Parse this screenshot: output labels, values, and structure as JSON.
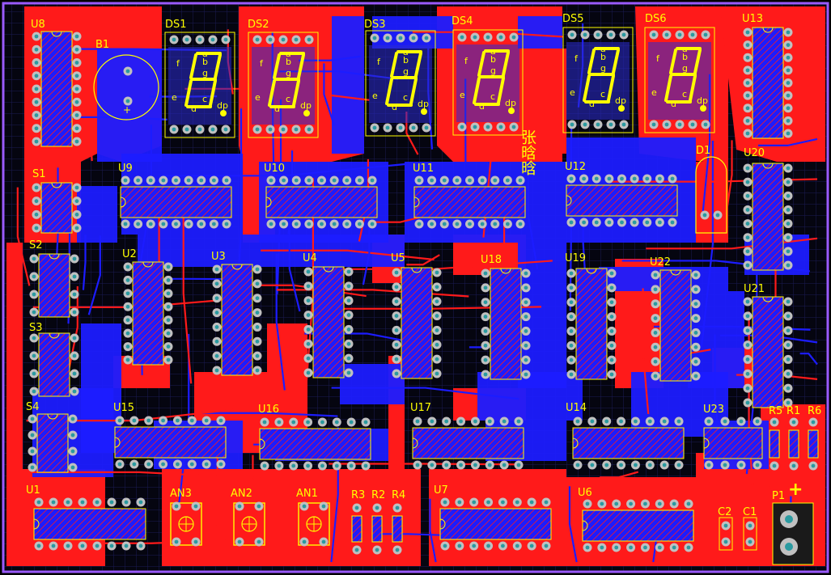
{
  "board": {
    "colors": {
      "top_copper": "#ff1a1a",
      "bottom_copper": "#1c1cff",
      "silkscreen": "#ffff00",
      "pad": "#c0c0c0",
      "hole": "#2a9aa0",
      "background": "#000000",
      "outline": "#9a5aff"
    }
  },
  "labels": {
    "u8": "U8",
    "b1": "B1",
    "ds1": "DS1",
    "ds2": "DS2",
    "ds3": "DS3",
    "ds4": "DS4",
    "ds5": "DS5",
    "ds6": "DS6",
    "u13": "U13",
    "d1": "D1",
    "u20": "U20",
    "u21": "U21",
    "s1": "S1",
    "s2": "S2",
    "s3": "S3",
    "s4": "S4",
    "u9": "U9",
    "u10": "U10",
    "u11": "U11",
    "u12": "U12",
    "u2": "U2",
    "u3": "U3",
    "u4": "U4",
    "u5": "U5",
    "u18": "U18",
    "u19": "U19",
    "u22": "U22",
    "u15": "U15",
    "u16": "U16",
    "u17": "U17",
    "u14": "U14",
    "u23": "U23",
    "r5": "R5",
    "r1": "R1",
    "r6": "R6",
    "u1": "U1",
    "an3": "AN3",
    "an2": "AN2",
    "an1": "AN1",
    "r3": "R3",
    "r2": "R2",
    "r4": "R4",
    "u7": "U7",
    "u6": "U6",
    "c2": "C2",
    "c1": "C1",
    "p1": "P1",
    "plus": "+",
    "chinese_text": "张晗晗"
  },
  "segment_pins": {
    "a": "a",
    "b": "b",
    "c": "c",
    "d": "d",
    "e": "e",
    "f": "f",
    "g": "g",
    "dp": "dp"
  },
  "displays": [
    {
      "id": "ds1",
      "digit": "8"
    },
    {
      "id": "ds2",
      "digit": "8"
    },
    {
      "id": "ds3",
      "digit": "8"
    },
    {
      "id": "ds4",
      "digit": "8"
    },
    {
      "id": "ds5",
      "digit": "8"
    },
    {
      "id": "ds6",
      "digit": "8"
    }
  ]
}
